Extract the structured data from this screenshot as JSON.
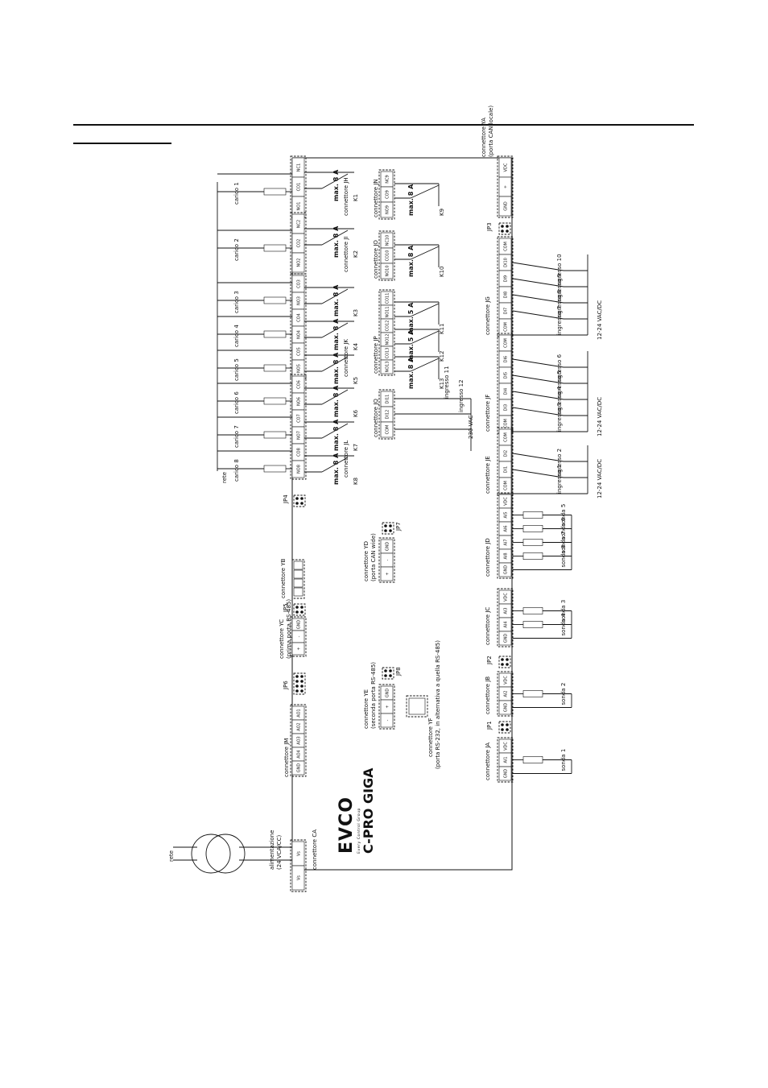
{
  "page": {
    "board_brand": "C-PRO GIGA",
    "logo_text": "EVCO",
    "logo_subtitle": "Every Control Group"
  },
  "power": {
    "mains_label": "rete",
    "supply_label": "alimentazione",
    "supply_spec": "(24 VCA/CC)",
    "connector_label": "connettore CA",
    "pins": [
      "Vs",
      "Vs"
    ]
  },
  "loads": {
    "mains_label": "rete",
    "items": [
      "carico 1",
      "carico 2",
      "carico 3",
      "carico 4",
      "carico 5",
      "carico 6",
      "carico 7",
      "carico 8"
    ]
  },
  "relays": {
    "max8": "max. 8 A",
    "max5": "max. 5 A",
    "left": [
      {
        "connector": "connettore JH",
        "pins": [
          "NC1",
          "CO1",
          "NO1"
        ],
        "relays": [
          "K1"
        ]
      },
      {
        "connector": "connettore JI",
        "pins": [
          "NC2",
          "CO2",
          "NO2"
        ],
        "relays": [
          "K2"
        ]
      },
      {
        "connector": "connettore JK",
        "pins": [
          "CO3",
          "NO3",
          "CO4",
          "NO4",
          "CO5",
          "NO5"
        ],
        "relays": [
          "K3",
          "K4",
          "K5"
        ]
      },
      {
        "connector": "connettore JL",
        "pins": [
          "CO6",
          "NO6",
          "CO7",
          "NO7",
          "CO8",
          "NO8"
        ],
        "relays": [
          "K6",
          "K7",
          "K8"
        ]
      }
    ],
    "center": [
      {
        "connector": "connettore JN",
        "pins": [
          "NC9",
          "CO9",
          "NO9"
        ],
        "relays": [
          "K9"
        ]
      },
      {
        "connector": "connettore JO",
        "pins": [
          "NC10",
          "CO10",
          "NO10"
        ],
        "relays": [
          "K10"
        ]
      },
      {
        "connector": "connettore JP",
        "pins": [
          "CO11",
          "NO11",
          "CO12",
          "NO12",
          "CO13",
          "NO13"
        ],
        "relays": [
          "K11",
          "K12",
          "K13"
        ]
      }
    ]
  },
  "digital": {
    "jq": {
      "connector": "connettore JQ",
      "pins": [
        "DI11",
        "DI12",
        "COM"
      ],
      "inputs": [
        "ingresso 11",
        "ingresso 12"
      ],
      "supply": "230 VAC"
    },
    "jg": {
      "connector": "connettore JG",
      "pins": [
        "COM",
        "DI10",
        "DI9",
        "DI8",
        "DI7",
        "COM"
      ],
      "inputs": [
        "ingresso 10",
        "ingresso 9",
        "ingresso 8",
        "ingresso 7"
      ],
      "supply": "12-24 VAC/DC"
    },
    "jf": {
      "connector": "connettore JF",
      "pins": [
        "COM",
        "DI6",
        "DI5",
        "DI4",
        "DI3",
        "COM"
      ],
      "inputs": [
        "ingresso 6",
        "ingresso 5",
        "ingresso 4",
        "ingresso 3"
      ],
      "supply": "12-24 VAC/DC"
    },
    "je": {
      "connector": "connettore JE",
      "pins": [
        "COM",
        "DI2",
        "DI1",
        "COM"
      ],
      "inputs": [
        "ingresso 2",
        "ingresso 1"
      ],
      "supply": "12-24 VAC/DC"
    }
  },
  "probes": {
    "ja": {
      "connector": "connettore JA",
      "pins": [
        "VDC",
        "AI1",
        "GND"
      ],
      "probes": [
        "sonda 1"
      ]
    },
    "jb": {
      "connector": "connettore JB",
      "pins": [
        "VDC",
        "AI2",
        "GND"
      ],
      "probes": [
        "sonda 2"
      ]
    },
    "jc": {
      "connector": "connettore JC",
      "pins": [
        "VDC",
        "AI3",
        "AI4",
        "GND"
      ],
      "probes": [
        "sonda 3",
        "sonda 4"
      ]
    },
    "jd": {
      "connector": "connettore JD",
      "pins": [
        "VDC",
        "AI5",
        "AI6",
        "AI7",
        "AI8",
        "GND"
      ],
      "probes": [
        "sonda 5",
        "sonda 6",
        "sonda 7",
        "sonda 8"
      ]
    }
  },
  "ports": {
    "ya": {
      "connector": "connettore YA",
      "subtitle": "(porta CAN locale)",
      "pins": [
        "VDC",
        "+",
        "GND"
      ]
    },
    "yb": {
      "connector": "connettore YB"
    },
    "yc": {
      "connector": "connettore YC",
      "subtitle": "(prima porta RS-485)",
      "pins": [
        "GND",
        "-",
        "+"
      ]
    },
    "yd": {
      "connector": "connettore YD",
      "subtitle": "(porta CAN wide)",
      "pins": [
        "GND",
        "-",
        "+"
      ]
    },
    "ye": {
      "connector": "connettore YE",
      "subtitle": "(seconda porta RS-485)",
      "pins": [
        "GND",
        "+",
        "-"
      ]
    },
    "yf": {
      "connector": "connettore YF",
      "subtitle": "(porta RS-232, in alternativa a quella RS-485)"
    }
  },
  "analog_out": {
    "connector": "connettore JM",
    "pins": [
      "GND",
      "AO4",
      "AO3",
      "AO2",
      "AO1"
    ]
  },
  "jumpers": [
    "JP1",
    "JP2",
    "JP3",
    "JP4",
    "JP5",
    "JP6",
    "JP7",
    "JP8"
  ]
}
